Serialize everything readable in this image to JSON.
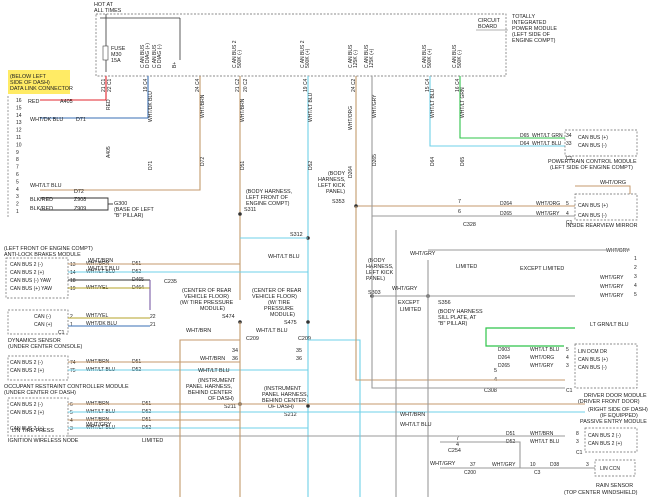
{
  "title_block": {
    "hot_at": "HOT AT",
    "all_times": "ALL TIMES",
    "circuit": "CIRCUIT",
    "board": "BOARD"
  },
  "tipm": {
    "name_lines": [
      "TOTALLY",
      "INTEGRATED",
      "POWER MODULE",
      "(LEFT SIDE OF",
      "ENGINE COMPT)"
    ]
  },
  "fuse": {
    "lines": [
      "FUSE",
      "M30",
      "15A"
    ]
  },
  "tipm_pins": [
    {
      "pin": "21",
      "label": "C1"
    },
    {
      "pin": "22",
      "label": "C1"
    },
    {
      "pin": "19",
      "label": "C4"
    },
    {
      "pin": "24",
      "label": "C4"
    },
    {
      "pin": "21",
      "label": "C2"
    },
    {
      "pin": "20",
      "label": "C2"
    },
    {
      "pin": "19",
      "label": "C4"
    },
    {
      "pin": "24",
      "label": "C2"
    },
    {
      "pin": "15",
      "label": "C4"
    },
    {
      "pin": "16",
      "label": "C4"
    }
  ],
  "bus_labels": [
    {
      "lines": [
        "B+"
      ]
    },
    {
      "lines": [
        "C AN BUS",
        "D DIAG (+)"
      ]
    },
    {
      "lines": [
        "C AN BUS",
        "D DIAG (-)"
      ]
    },
    {
      "lines": [
        "C AN BUS 2",
        "500K (-)"
      ]
    },
    {
      "lines": [
        "C AN BUS 2",
        "500K (+)"
      ]
    },
    {
      "lines": [
        "C AN BUS",
        "125K (-)"
      ]
    },
    {
      "lines": [
        "C AN BUS",
        "125K (+)"
      ]
    },
    {
      "lines": [
        "C AN BUS",
        "500K (+)"
      ]
    },
    {
      "lines": [
        "C AN BUS",
        "500K (-)"
      ]
    }
  ],
  "vertical_wires": [
    {
      "color": "RED",
      "circuit": "A405"
    },
    {
      "color": "WHT/DK BLU",
      "circuit": "D71"
    },
    {
      "color": "WHT/BRN",
      "circuit": "D72"
    },
    {
      "color": "WHT/BRN",
      "circuit": "D51"
    },
    {
      "color": "WHT/LT BLU",
      "circuit": "D52"
    },
    {
      "color": "WHT/ORG",
      "circuit": "D264"
    },
    {
      "color": "WHT/GRY",
      "circuit": "D265"
    },
    {
      "color": "WHT/LT BLU",
      "circuit": "D64"
    },
    {
      "color": "WHT/LT GRN",
      "circuit": "D65"
    }
  ],
  "dlc": {
    "name_lines": [
      "(BELOW LEFT",
      "SIDE OF DASH)",
      "DATA LINK CONNECTOR"
    ],
    "pins": [
      "16",
      "15",
      "14",
      "13",
      "12",
      "11",
      "10",
      "9",
      "8",
      "7",
      "6",
      "5",
      "4",
      "3",
      "2",
      "1"
    ],
    "wire_16": {
      "color": "RED",
      "circuit": "A405"
    },
    "wire_14": {
      "color": "WHT/DK BLU",
      "circuit": "D71"
    },
    "wire_6": {
      "color": "WHT/LT BLU",
      "circuit": "D72"
    },
    "wire_5": {
      "color": "BLK/RED",
      "circuit": "Z908"
    },
    "wire_4": {
      "color": "BLK/RED",
      "circuit": "Z909"
    }
  },
  "ground": {
    "id": "G300",
    "lines": [
      "(BASE OF LEFT",
      "\"B\" PILLAR)"
    ]
  },
  "pcm": {
    "name_lines": [
      "POWERTRAIN CONTROL MODULE",
      "(LEFT SIDE OF ENGINE COMPT)"
    ],
    "rows": [
      {
        "circuit": "D65",
        "color": "WHT/LT GRN",
        "pin": "34",
        "label": "CAN BUS (+)"
      },
      {
        "circuit": "D64",
        "color": "WHT/LT BLU",
        "pin": "33",
        "label": "CAN BUS (-)"
      }
    ],
    "connector": "C1"
  },
  "mirror": {
    "name_lines": [
      "INSIDE REARVIEW MIRROR"
    ],
    "top_wire": "WHT/ORG",
    "rows": [
      {
        "circuit": "D264",
        "color": "WHT/ORG",
        "pin": "5",
        "label": "CAN BUS (+)"
      },
      {
        "circuit": "D265",
        "color": "WHT/GRY",
        "pin": "4",
        "label": "CAN BUS (-)"
      }
    ],
    "connector": "C1",
    "inline_pins": [
      "7",
      "6"
    ],
    "inline_conn": "C328"
  },
  "splice_notes": {
    "s311": [
      "(BODY HARNESS,",
      "LEFT FRONT OF",
      "ENGINE COMPT)",
      "S311"
    ],
    "s312": "S312",
    "s353": [
      "(BODY",
      "HARNESS,",
      "LEFT KICK",
      "PANEL)",
      "S353"
    ],
    "s303": [
      "(BODY",
      "HARNESS,",
      "LEFT KICK",
      "PANEL)",
      "S303"
    ],
    "s356": [
      "S356",
      "(BODY HARNESS",
      "SILL PLATE, AT",
      "\"B\" PILLAR)"
    ],
    "s474": [
      "(CENTER OF REAR",
      "VEHICLE FLOOR)",
      "(W/ TIRE PRESSURE",
      "MODULE)",
      "S474"
    ],
    "s475": [
      "(CENTER OF REAR",
      "VEHICLE FLOOR)",
      "(W/ TIRE",
      "PRESSURE",
      "MODULE)",
      "S475"
    ],
    "s211": [
      "(INSTRUMENT",
      "PANEL HARNESS,",
      "BEHIND CENTER",
      "OF DASH)",
      "S211"
    ],
    "s212": [
      "(INSTRUMENT",
      "PANEL HARNESS,",
      "BEHIND CENTER",
      "OF DASH)",
      "S212"
    ]
  },
  "limited": [
    "LIMITED",
    "EXCEPT LIMITED",
    "EXCEPT",
    "LIMITED",
    "LIMITED"
  ],
  "abs": {
    "name_lines": [
      "(LEFT FRONT OF ENGINE COMPT)",
      "ANTI-LOCK BRAKES MODULE"
    ],
    "rows": [
      {
        "label": "CAN BUS 2 (-)",
        "pin": "13",
        "color": "WHT/BRN",
        "circuit": "D51"
      },
      {
        "label": "CAN BUS 2 (+)",
        "pin": "14",
        "color": "WHT/LT BLU",
        "circuit": "D52"
      },
      {
        "label": "CAN BUS (-) YAW",
        "pin": "18",
        "color": "",
        "circuit": "D465"
      },
      {
        "label": "CAN BUS (+) YAW",
        "pin": "19",
        "color": "WHT/YEL",
        "circuit": "D464"
      }
    ],
    "connector": "C235"
  },
  "dyn": {
    "name_lines": [
      "DYNAMICS SENSOR",
      "(UNDER CENTER CONSOLE)"
    ],
    "rows": [
      {
        "label": "CAN (-)",
        "pin": "2",
        "color": "WHT/YEL"
      },
      {
        "label": "CAN (+)",
        "pin": "1",
        "color": "WHT/DK BLU"
      }
    ],
    "connector": "C1",
    "splice_pins": [
      "22",
      "21"
    ]
  },
  "orc": {
    "name_lines": [
      "OCCUPANT RESTRAINT CONTROLLER MODULE",
      "(UNDER CENTER OF DASH)"
    ],
    "rows": [
      {
        "label": "CAN BUS 2 (-)",
        "pin": "74",
        "color": "WHT/BRN",
        "circuit": "D51"
      },
      {
        "label": "CAN BUS 2 (+)",
        "pin": "75",
        "color": "WHT/LT BLU",
        "circuit": "D52"
      }
    ]
  },
  "tire": {
    "name_lines": [
      "LIN TIRE PRESS",
      "IGNITION WIRELESS NODE"
    ],
    "rows": [
      {
        "label": "CAN BUS 2 (-)",
        "pin": "6",
        "color": "WHT/BRN",
        "circuit": "D51"
      },
      {
        "label": "CAN BUS 2 (+)",
        "pin": "5",
        "color": "WHT/LT BLU",
        "circuit": "D52"
      },
      {
        "label": "",
        "pin": "4",
        "color": "WHT/BRN",
        "circuit": "D51"
      },
      {
        "label": "CAN BUS 2 (+)",
        "pin": "3",
        "color": "WHT/LT BLU",
        "circuit": "D52"
      }
    ],
    "bottom_wire": "WHT/GRY"
  },
  "center_pins": {
    "c1": [
      "34",
      "35"
    ],
    "c2": [
      "36",
      "36"
    ],
    "conn_a": "C209",
    "conn_b": "C209"
  },
  "ddm": {
    "name_lines": [
      "DRIVER DOOR MODULE",
      "(DRIVER FRONT DOOR)"
    ],
    "rows": [
      {
        "label": "LIN DCM DR",
        "pin": "5",
        "color": "WHT/LT BLU",
        "circuit": "D903"
      },
      {
        "label": "CAN BUS (+)",
        "pin": "4",
        "color": "WHT/ORG",
        "circuit": "D264"
      },
      {
        "label": "CAN BUS (-)",
        "pin": "3",
        "color": "WHT/GRY",
        "circuit": "D265"
      }
    ],
    "top_wire": "LT GRN/LT BLU",
    "inline_pins": [
      "5",
      "4"
    ],
    "inline_conn": "C308",
    "connector": "C1"
  },
  "pem": {
    "name_lines": [
      "(RIGHT SIDE OF DASH)",
      "(IF EQUIPPED)",
      "PASSIVE ENTRY MODULE"
    ],
    "rows": [
      {
        "label": "CAN BUS 2 (-)",
        "pin": "8",
        "color": "WHT/BRN",
        "circuit": "D51"
      },
      {
        "label": "CAN BUS 2 (+)",
        "pin": "3",
        "color": "WHT/LT BLU",
        "circuit": "D52"
      }
    ],
    "inline_pins": [
      "7",
      "4"
    ],
    "inline_conn": "C254",
    "connector": "C1"
  },
  "rain": {
    "name_lines": [
      "RAIN SENSOR",
      "(TOP CENTER WINDSHIELD)"
    ],
    "row": {
      "label": "LIN CCN",
      "pin": "3",
      "color": "WHT/GRY",
      "circuit": "D38"
    },
    "pre_color": "WHT/GRY",
    "pins": [
      "37",
      "10"
    ],
    "conns": [
      "C200",
      "C3"
    ]
  },
  "right_stack": {
    "wire_color": "WHT/GRY",
    "pins": [
      "1",
      "2",
      "3",
      "4",
      "5"
    ],
    "wire_2": "WHT/GRY",
    "wire_4": "WHT/GRY",
    "wire_5": "WHT/GRY"
  },
  "extra_labels": {
    "row_wht_brn": "WHT/BRN",
    "row_lt_blu": "WHT/LT BLU",
    "mid_brn": "WHT/BRN",
    "mid_lt_blu": "WHT/LT BLU",
    "mid_grey": "WHT/GRY",
    "center_label_1": "WHT/BRN",
    "center_label_2": "WHT/LT BLU",
    "lower_brn": "WHT/BRN",
    "lower_lt_blu": "WHT/LT BLU",
    "tire_gry": "WHT/GRY",
    "bus_s312_wire": "WHT/LT BLU",
    "right_grey_1": "WHT/GRY"
  },
  "colors": {
    "red": "#e0242c",
    "blue": "#3a6fb5",
    "brown": "#c49a6c",
    "ltblue": "#6fd0e8",
    "green": "#2fc44a",
    "yellow": "#ffe84a",
    "grey": "#9a9a9a",
    "dark": "#333333",
    "purple": "#7b5ea7"
  }
}
